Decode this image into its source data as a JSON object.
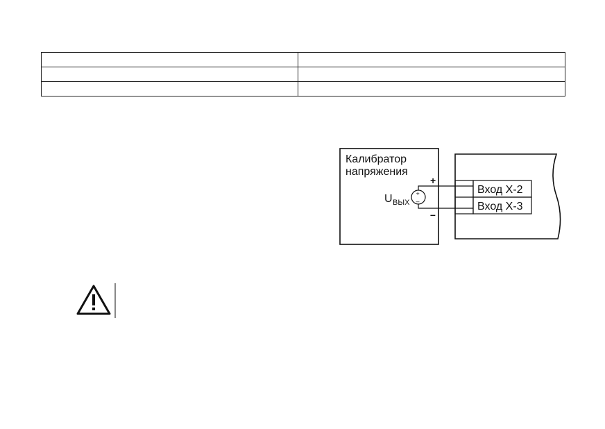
{
  "table": {
    "rows": [
      [
        "",
        ""
      ],
      [
        "",
        ""
      ],
      [
        "",
        ""
      ]
    ]
  },
  "diagram": {
    "calibrator_label_line1": "Калибратор",
    "calibrator_label_line2": "напряжения",
    "output_symbol": "U",
    "output_subscript": "ВЫХ",
    "plus_terminal": "+",
    "minus_terminal": "–",
    "source_plus": "+",
    "source_minus": "–",
    "input_1": "Вход X-2",
    "input_2": "Вход X-3"
  },
  "warning": {
    "icon": "warning-triangle-icon"
  }
}
